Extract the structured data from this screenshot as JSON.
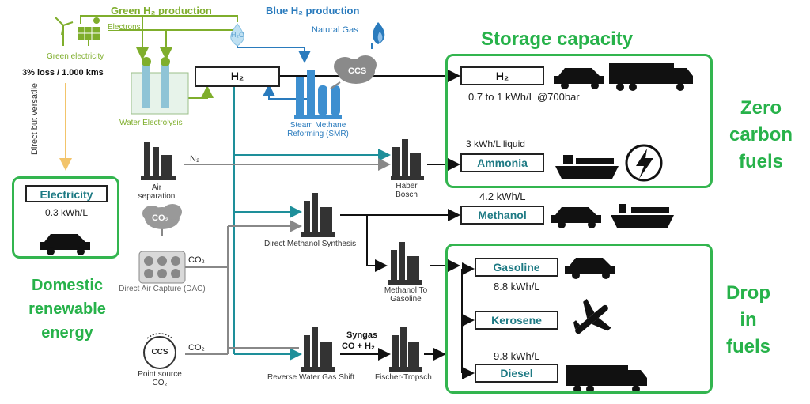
{
  "top": {
    "green_h2_production": "Green H₂ production",
    "blue_h2_production": "Blue H₂ production",
    "electrons": "Electrons",
    "natural_gas": "Natural Gas",
    "green_electricity": "Green electricity",
    "loss": "3% loss / 1.000 kms",
    "h2o": "H₂O",
    "h2_hub": "H₂",
    "ccs": "CCS"
  },
  "processes": {
    "water_electrolysis": "Water Electrolysis",
    "smr": "Steam Methane Reforming (SMR)",
    "air_separation": "Air separation",
    "n2": "N₂",
    "haber_bosch": "Haber Bosch",
    "co2_cloud": "CO₂",
    "dac": "Direct Air Capture (DAC)",
    "co2_a": "CO₂",
    "co2_b": "CO₂",
    "point_source": "Point source CO₂",
    "point_ccs": "CCS",
    "direct_methanol": "Direct Methanol Synthesis",
    "methanol_to_gasoline": "Methanol To Gasoline",
    "rwgs": "Reverse Water Gas Shift",
    "syngas": "Syngas",
    "syngas_formula": "CO + H₂",
    "fischer_tropsch": "Fischer-Tropsch",
    "direct_but_versatile": "Direct but versatile"
  },
  "electricity": {
    "label": "Electricity",
    "density": "0.3 kWh/L",
    "title": "Domestic renewable energy"
  },
  "storage": {
    "title": "Storage capacity",
    "h2_label": "H₂",
    "h2_density": "0.7 to 1 kWh/L @700bar",
    "ammonia_density": "3 kWh/L liquid",
    "ammonia_label": "Ammonia",
    "methanol_density": "4.2 kWh/L",
    "methanol_label": "Methanol"
  },
  "zero_carbon": "Zero carbon fuels",
  "dropin": {
    "gasoline_label": "Gasoline",
    "gasoline_density": "8.8 kWh/L",
    "kerosene_label": "Kerosene",
    "diesel_density": "9.8 kWh/L",
    "diesel_label": "Diesel",
    "title": "Drop in fuels"
  },
  "colors": {
    "green_accent": "#33b54f",
    "green_h2": "#7fae2c",
    "blue_h2": "#2a7bbd",
    "teal_flow": "#1e8f9a",
    "box_text": "#1e7a84"
  },
  "icons": [
    "wind-turbine-icon",
    "solar-panel-icon",
    "water-drop-icon",
    "gas-flame-icon",
    "factory-icon",
    "car-icon",
    "truck-icon",
    "ship-icon",
    "lightning-icon",
    "airplane-icon",
    "cloud-icon",
    "filter-icon"
  ]
}
